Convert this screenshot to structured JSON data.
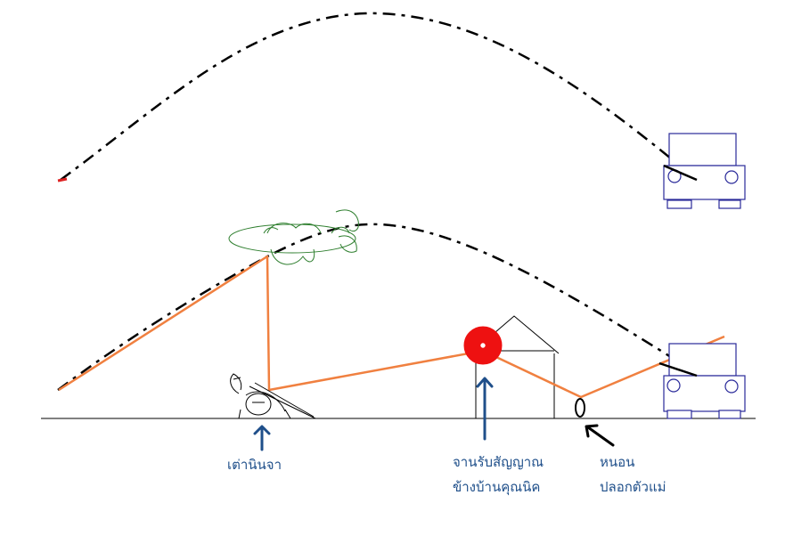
{
  "labels": {
    "turtle": "เต่านินจา",
    "receiver_line1": "จานรับสัญญาณ",
    "receiver_line2": "ข้างบ้านคุณนิค",
    "decoy_line1": "หนอน",
    "decoy_line2": "ปลอกตัวแม่"
  },
  "colors": {
    "trajectory": "#000000",
    "relay_path": "#f08040",
    "pointer_arrow": "#1f4f8a",
    "decoy_arrow": "#000000",
    "vehicle": "#2a2a9a",
    "aircraft": "#2f7f2f",
    "dish": "#ee1111",
    "ground": "#000000",
    "launch_marker": "#dd2222"
  },
  "icons": {
    "vehicle_top": "truck-icon",
    "vehicle_bottom": "truck-icon",
    "aircraft": "airship-icon",
    "turtle": "turtle-icon",
    "dish": "satellite-dish-icon",
    "house": "house-icon",
    "decoy": "ring-icon"
  }
}
